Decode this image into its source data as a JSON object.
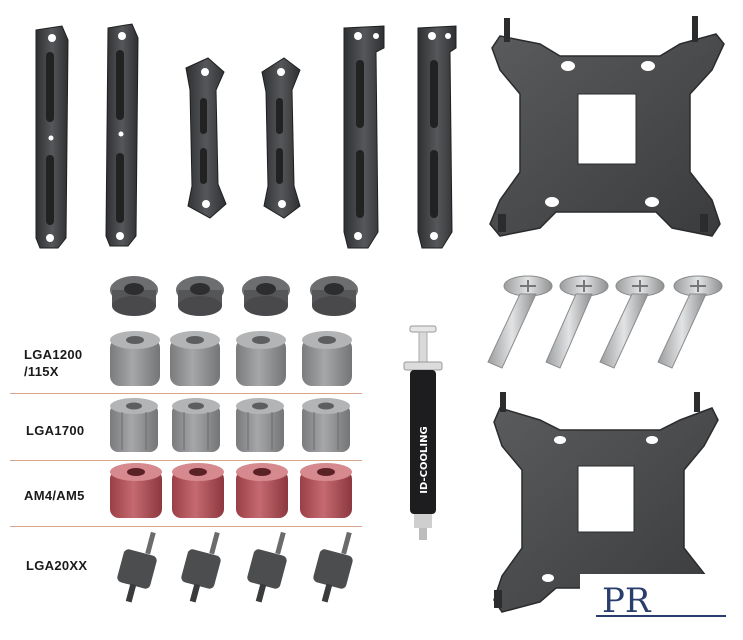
{
  "socket_labels": {
    "lga1200": {
      "line1": "LGA1200",
      "line2": "/115X"
    },
    "lga1700": "LGA1700",
    "am4_am5": "AM4/AM5",
    "lga20xx": "LGA20XX"
  },
  "thermal_paste": {
    "brand_text": "ID-COOLING"
  },
  "watermark": {
    "text": "PR"
  },
  "colors": {
    "metal_dark": "#4a4b4d",
    "metal_edge": "#2f3032",
    "spacer_grey": "#8e8f90",
    "spacer_red": "#b5545a",
    "divider": "#d8a689",
    "screw_steel": "#c9cacb"
  },
  "icons": [
    "mounting-bar-icon",
    "backplate-icon",
    "thumb-nut-icon",
    "spacer-icon",
    "screw-icon",
    "standoff-icon",
    "thermal-paste-icon",
    "watermark-logo"
  ]
}
